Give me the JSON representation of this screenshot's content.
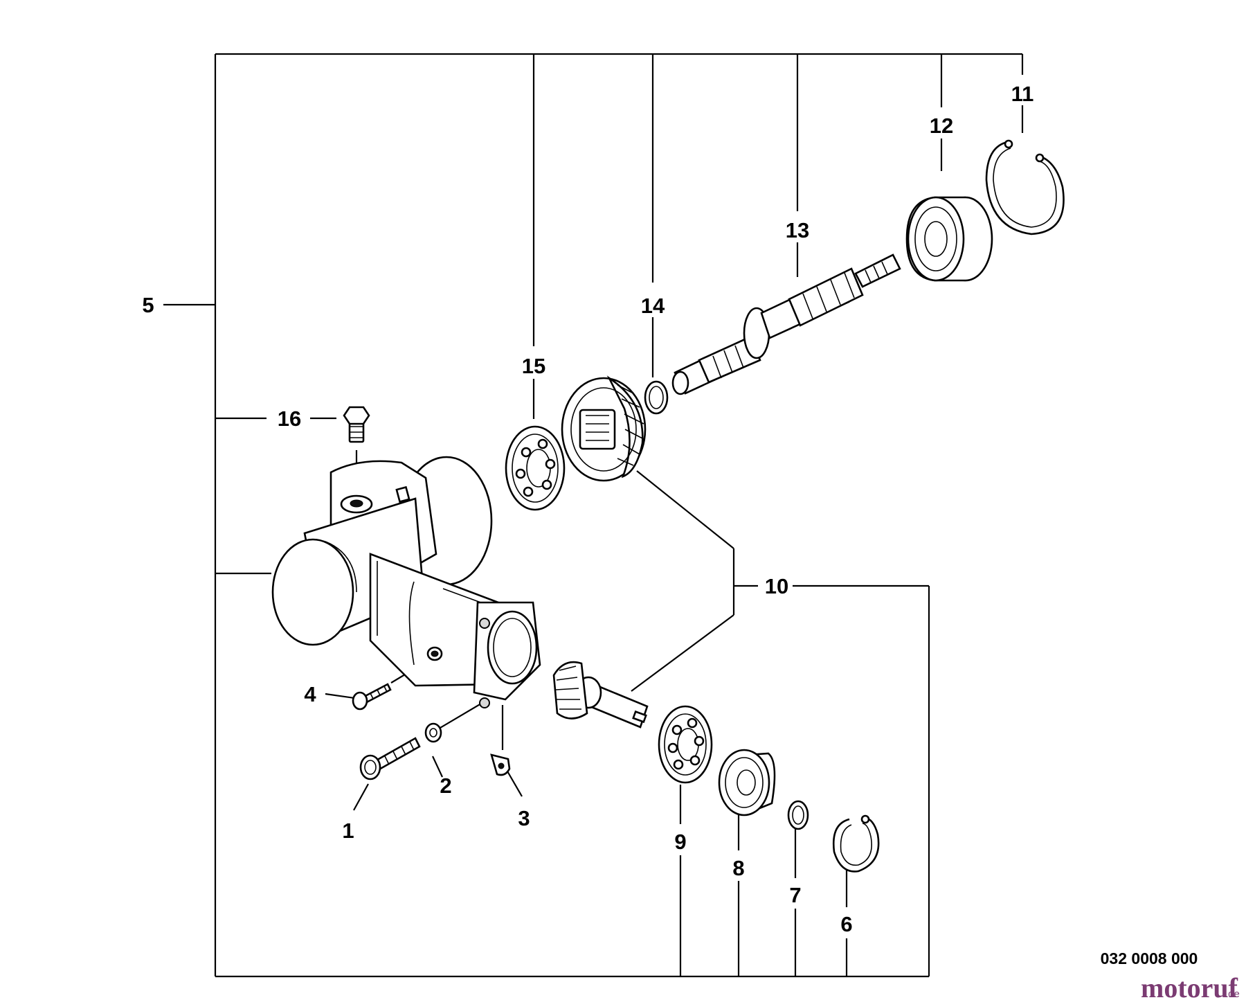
{
  "diagram": {
    "callouts": [
      {
        "id": "1",
        "text": "1"
      },
      {
        "id": "2",
        "text": "2"
      },
      {
        "id": "3",
        "text": "3"
      },
      {
        "id": "4",
        "text": "4"
      },
      {
        "id": "5",
        "text": "5"
      },
      {
        "id": "6",
        "text": "6"
      },
      {
        "id": "7",
        "text": "7"
      },
      {
        "id": "8",
        "text": "8"
      },
      {
        "id": "9",
        "text": "9"
      },
      {
        "id": "10",
        "text": "10"
      },
      {
        "id": "11",
        "text": "11"
      },
      {
        "id": "12",
        "text": "12"
      },
      {
        "id": "13",
        "text": "13"
      },
      {
        "id": "14",
        "text": "14"
      },
      {
        "id": "15",
        "text": "15"
      },
      {
        "id": "16",
        "text": "16"
      }
    ],
    "drawing_code": "032 0008 000",
    "watermark": {
      "main": "motoruf",
      "suffix": ".de"
    },
    "colors": {
      "line": "#000000",
      "background": "#ffffff",
      "watermark": "#7b3b72"
    }
  }
}
